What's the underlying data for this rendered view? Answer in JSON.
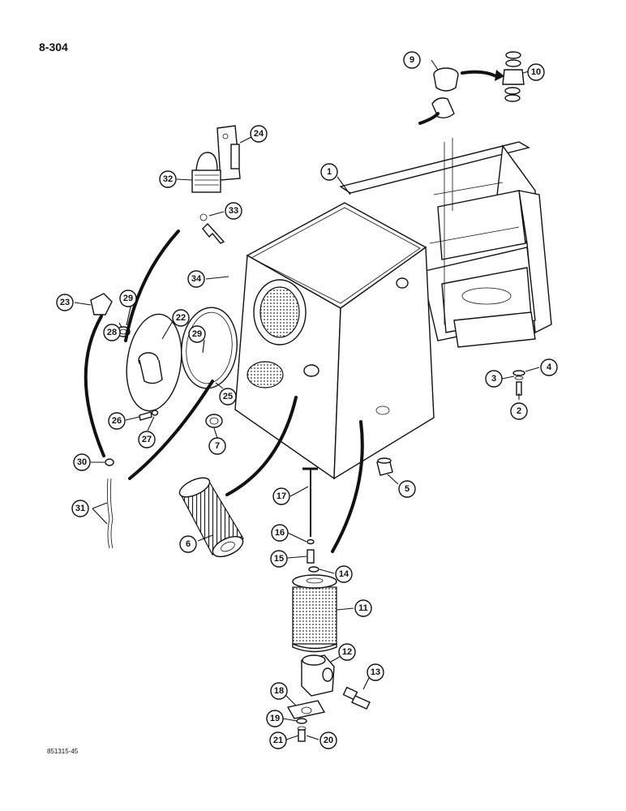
{
  "page_number": "8-304",
  "figure_code": "851315-45",
  "callouts": [
    "1",
    "2",
    "3",
    "4",
    "5",
    "6",
    "7",
    "9",
    "10",
    "11",
    "12",
    "13",
    "14",
    "15",
    "16",
    "17",
    "18",
    "19",
    "20",
    "21",
    "22",
    "23",
    "24",
    "25",
    "26",
    "27",
    "28",
    "29",
    "29",
    "30",
    "31",
    "32",
    "33",
    "34"
  ]
}
